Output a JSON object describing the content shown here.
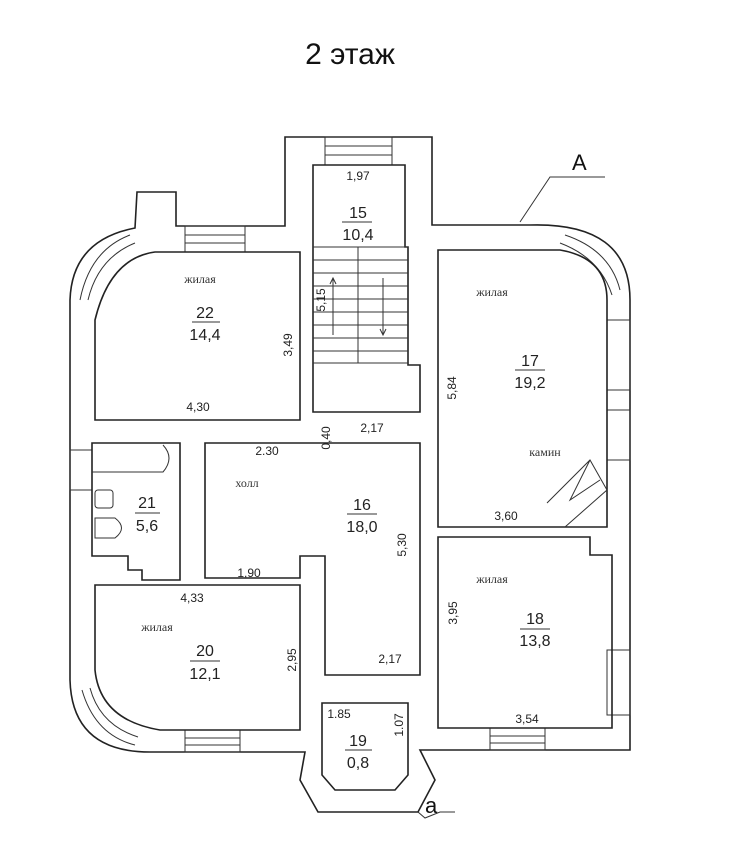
{
  "title": "2 этаж",
  "axis_labels": {
    "top": "А",
    "bottom": "а"
  },
  "rooms": [
    {
      "id": "22",
      "area": "14,4",
      "type": "жилая"
    },
    {
      "id": "15",
      "area": "10,4"
    },
    {
      "id": "17",
      "area": "19,2",
      "type": "жилая",
      "note": "камин"
    },
    {
      "id": "21",
      "area": "5,6"
    },
    {
      "id": "16",
      "area": "18,0",
      "type": "холл"
    },
    {
      "id": "20",
      "area": "12,1",
      "type": "жилая"
    },
    {
      "id": "18",
      "area": "13,8",
      "type": "жилая"
    },
    {
      "id": "19",
      "area": "0,8"
    }
  ],
  "dimensions": {
    "d197": "1,97",
    "d515": "5,15",
    "d349": "3,49",
    "d430": "4,30",
    "d230": "2.30",
    "d040": "0,40",
    "d217a": "2,17",
    "d584": "5,84",
    "d360": "3,60",
    "d530": "5,30",
    "d190": "1,90",
    "d433": "4,33",
    "d295": "2,95",
    "d217b": "2,17",
    "d395": "3,95",
    "d185": "1.85",
    "d107": "1.07",
    "d354": "3,54"
  }
}
